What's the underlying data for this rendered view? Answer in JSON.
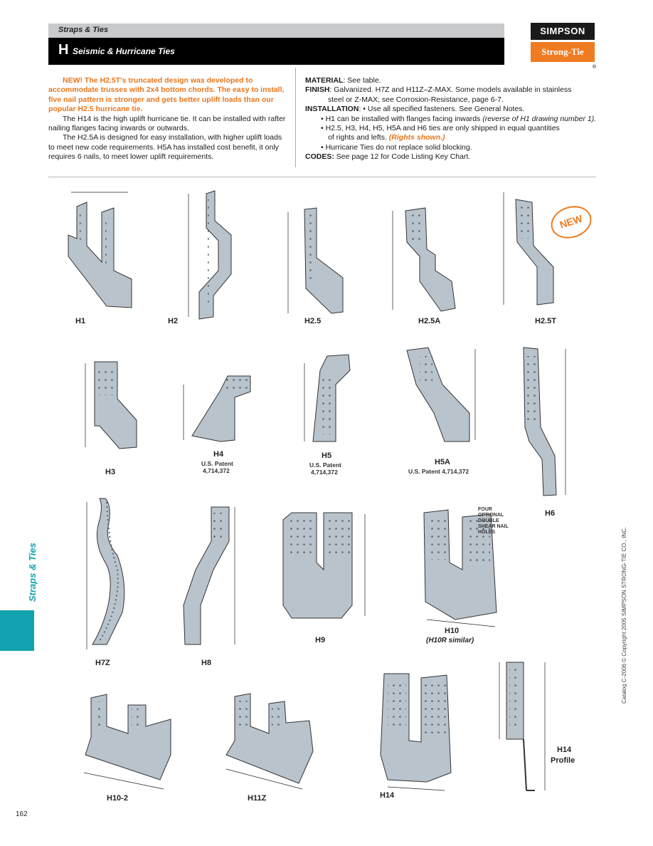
{
  "header": {
    "section": "Straps & Ties",
    "letter": "H",
    "title": "Seismic & Hurricane Ties"
  },
  "logo": {
    "top": "SIMPSON",
    "bottom": "Strong-Tie",
    "mark": "®"
  },
  "intro": {
    "p1_new": "NEW! The H2.5T's truncated design was developed to accommodate trusses with 2x4 bottom chords. The easy to install, five nail pattern is stronger and gets better uplift loads than our popular H2.5 hurricane tie.",
    "p2": "The H14 is the high uplift hurricane tie. It can be installed with rafter nailing flanges facing inwards or outwards.",
    "p3": "The H2.5A is designed for easy installation, with higher uplift loads to meet new code requirements. H5A has installed cost benefit, it only requires 6 nails, to meet lower uplift requirements."
  },
  "specs": {
    "material_label": "MATERIAL",
    "material": ": See table.",
    "finish_label": "FINISH",
    "finish": ": Galvanized. H7Z and H11Z–Z-MAX. Some models available in stainless",
    "finish2": "steel or Z-MAX; see Corrosion-Resistance, page 6-7.",
    "install_label": "INSTALLATION",
    "install": ": • Use all specified fasteners. See General Notes.",
    "b1": "• H1 can be installed with flanges facing inwards ",
    "b1_italic": "(reverse of H1 drawing number 1).",
    "b2": "• H2.5, H3, H4, H5, H5A and H6 ties are only shipped in equal quantities",
    "b2b": "of rights and lefts. ",
    "b2_orange": "(Rights shown.)",
    "b3": "• Hurricane Ties do not replace solid blocking.",
    "codes_label": "CODES:",
    "codes": " See page 12 for Code Listing Key Chart."
  },
  "products": {
    "h1": "H1",
    "h2": "H2",
    "h25": "H2.5",
    "h25a": "H2.5A",
    "h25t": "H2.5T",
    "h3": "H3",
    "h4": "H4",
    "h4_sub": "U.S. Patent",
    "h4_sub2": "4,714,372",
    "h5": "H5",
    "h5_sub": "U.S. Patent",
    "h5_sub2": "4,714,372",
    "h5a": "H5A",
    "h5a_sub": "U.S. Patent 4,714,372",
    "h6": "H6",
    "h7z": "H7Z",
    "h8": "H8",
    "h9": "H9",
    "h10": "H10",
    "h10_sub": "(H10R similar)",
    "h102": "H10-2",
    "h11z": "H11Z",
    "h14": "H14",
    "h14p": "H14",
    "h14p2": "Profile",
    "new_stamp": "NEW",
    "h10_note": "FOUR OPTIONAL DOUBLE SHEAR NAIL HOLES"
  },
  "sidebar": {
    "tab": "Straps & Ties"
  },
  "copyright": "Catalog C-2006 © Copyright 2005 SIMPSON STRONG-TIE CO., INC.",
  "page_number": "162",
  "colors": {
    "accent_orange": "#ef7b22",
    "tab_teal": "#12a2b0",
    "metal": "#b9c3cc"
  }
}
